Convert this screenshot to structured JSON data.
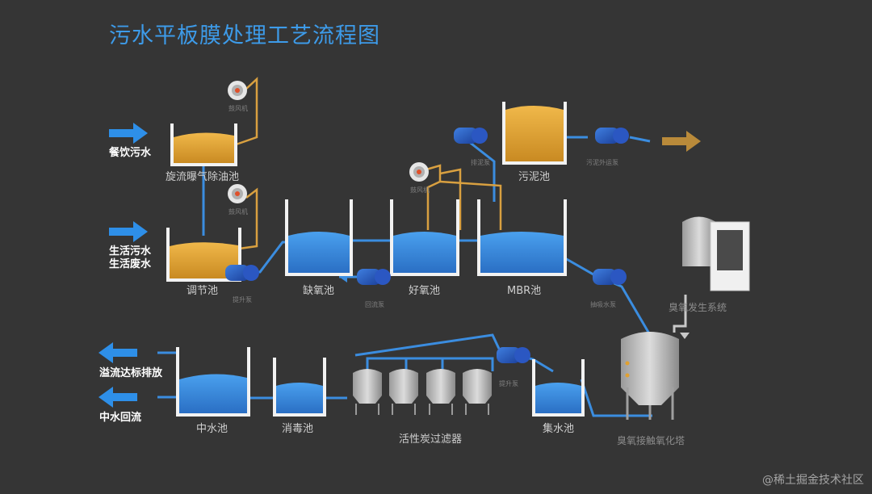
{
  "title": "污水平板膜处理工艺流程图",
  "inputs": {
    "canteen": "餐饮污水",
    "domestic_line1": "生活污水",
    "domestic_line2": "生活废水"
  },
  "outputs": {
    "overflow": "溢流达标排放",
    "reuse": "中水回流"
  },
  "tanks": {
    "cyclone": "旋流曝气除油池",
    "regulating": "调节池",
    "anoxic": "缺氧池",
    "aerobic": "好氧池",
    "mbr": "MBR池",
    "sludge": "污泥池",
    "reclaimed": "中水池",
    "disinfection": "消毒池",
    "collection": "集水池"
  },
  "equipment": {
    "carbon_filter": "活性炭过滤器",
    "ozone_tower": "臭氧接触氧化塔",
    "ozone_generator": "臭氧发生系统"
  },
  "small_labels": {
    "blower_1": "鼓风机",
    "blower_2": "鼓风机",
    "blower_3": "鼓风机",
    "lift_pump_1": "提升泵",
    "lift_pump_2": "提升泵",
    "return_pump": "回流泵",
    "sludge_pump": "排泥泵",
    "sludge_out_pump": "污泥外运泵",
    "suction_pump": "抽吸水泵"
  },
  "watermark": "@稀土掘金技术社区",
  "colors": {
    "background": "#353535",
    "water": "#3b8de0",
    "oil": "#e0a030",
    "pipe_water": "#3b8de0",
    "pipe_air": "#d9a040",
    "tank_wall": "#f2f2f2",
    "arrow_in": "#2e8fe8",
    "arrow_sludge": "#b98a3a"
  }
}
